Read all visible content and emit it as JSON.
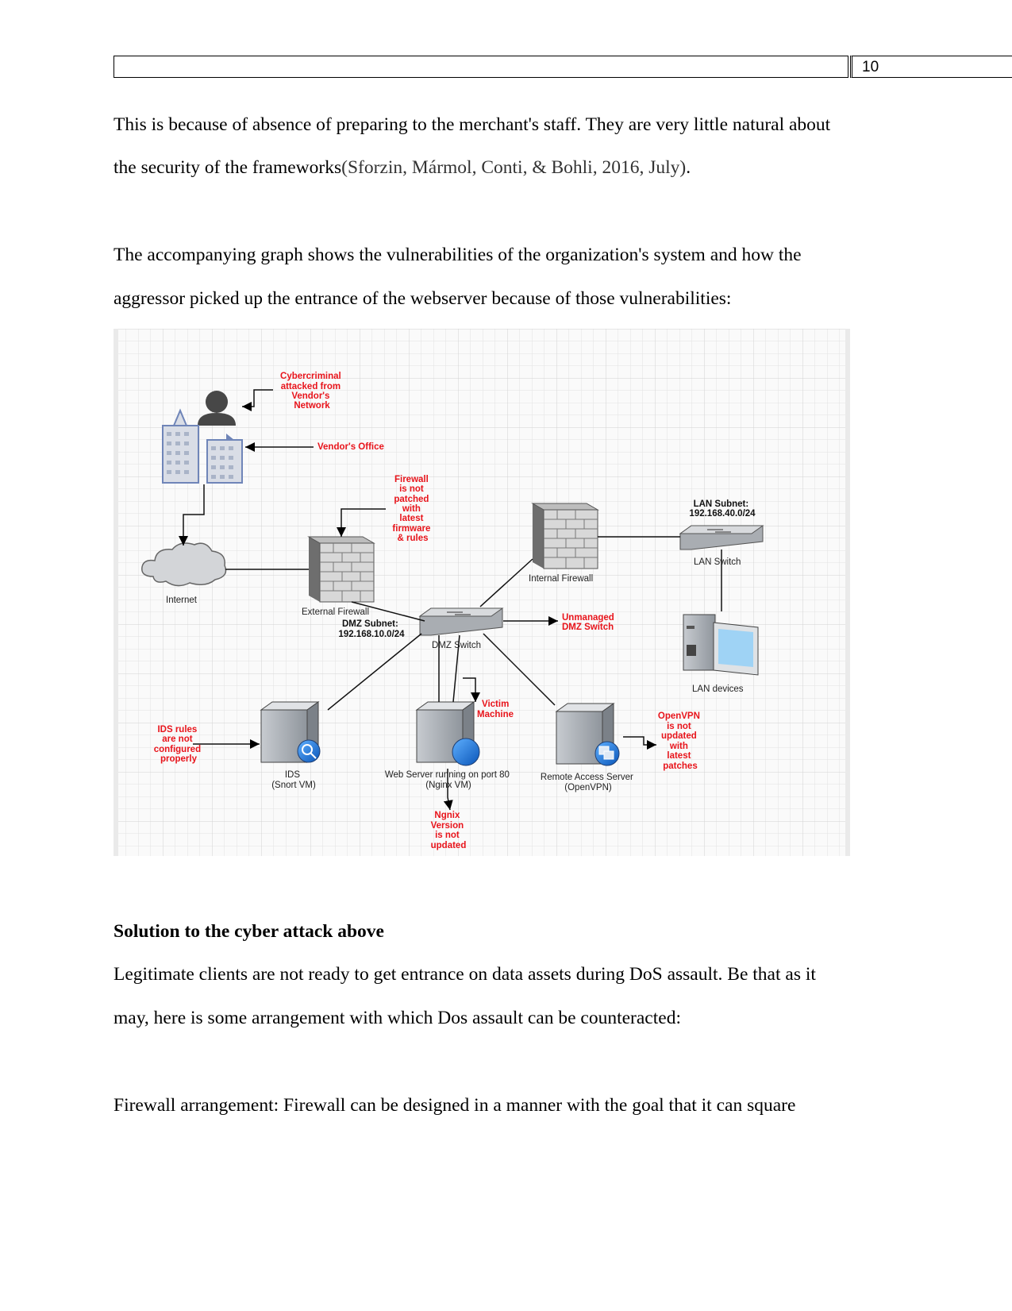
{
  "header": {
    "page_number": "10"
  },
  "paragraphs": {
    "p1_line1": "This is because of absence of preparing to the merchant's staff. They are very little natural about",
    "p1_line2": "the security of the frameworks",
    "p1_citation": "(Sforzin, Mármol, Conti, & Bohli, 2016, July)",
    "p1_end": ".",
    "p2_line1": "The accompanying graph shows the vulnerabilities of the organization's system and how the",
    "p2_line2": "aggressor picked up the entrance of the webserver because of those vulnerabilities:",
    "heading": "Solution to the cyber attack above",
    "p3_line1": "Legitimate clients are not ready to get entrance on data assets during DoS assault. Be that as it",
    "p3_line2": "may, here is some arrangement with which Dos assault can be counteracted:",
    "p4_line1": "Firewall arrangement: Firewall can be designed in a manner with the goal that it can square"
  },
  "diagram": {
    "annotations": {
      "cybercriminal": [
        "Cybercriminal",
        "attacked from",
        "Vendor's",
        "Network"
      ],
      "vendor_office": "Vendor's Office",
      "firewall_not_patched": [
        "Firewall",
        "is not",
        "patched",
        "with",
        "latest",
        "firmware",
        "& rules"
      ],
      "unmanaged_dmz": [
        "Unmanaged",
        "DMZ Switch"
      ],
      "victim_machine": [
        "Victim",
        "Machine"
      ],
      "ids_rules": [
        "IDS rules",
        "are not",
        "configured",
        "properly"
      ],
      "openvpn_not_updated": [
        "OpenVPN",
        "is not",
        "updated",
        "with",
        "latest",
        "patches"
      ],
      "nginx_not_updated": [
        "Ngnix",
        "Version",
        "is not",
        "updated"
      ]
    },
    "nodes": {
      "internet": "Internet",
      "external_firewall": "External Firewall",
      "dmz_subnet": [
        "DMZ Subnet:",
        "192.168.10.0/24"
      ],
      "dmz_switch": "DMZ Switch",
      "internal_firewall": "Internal Firewall",
      "lan_subnet": [
        "LAN Subnet:",
        "192.168.40.0/24"
      ],
      "lan_switch": "LAN Switch",
      "lan_devices": "LAN devices",
      "ids": [
        "IDS",
        "(Snort VM)"
      ],
      "web_server": [
        "Web Server running on port 80",
        "(Nginx VM)"
      ],
      "remote_access": [
        "Remote Access Server",
        "(OpenVPN)"
      ]
    },
    "colors": {
      "annotation": "#e8141b",
      "grid": "#e4e4e4",
      "device": "#b9bec4"
    }
  }
}
